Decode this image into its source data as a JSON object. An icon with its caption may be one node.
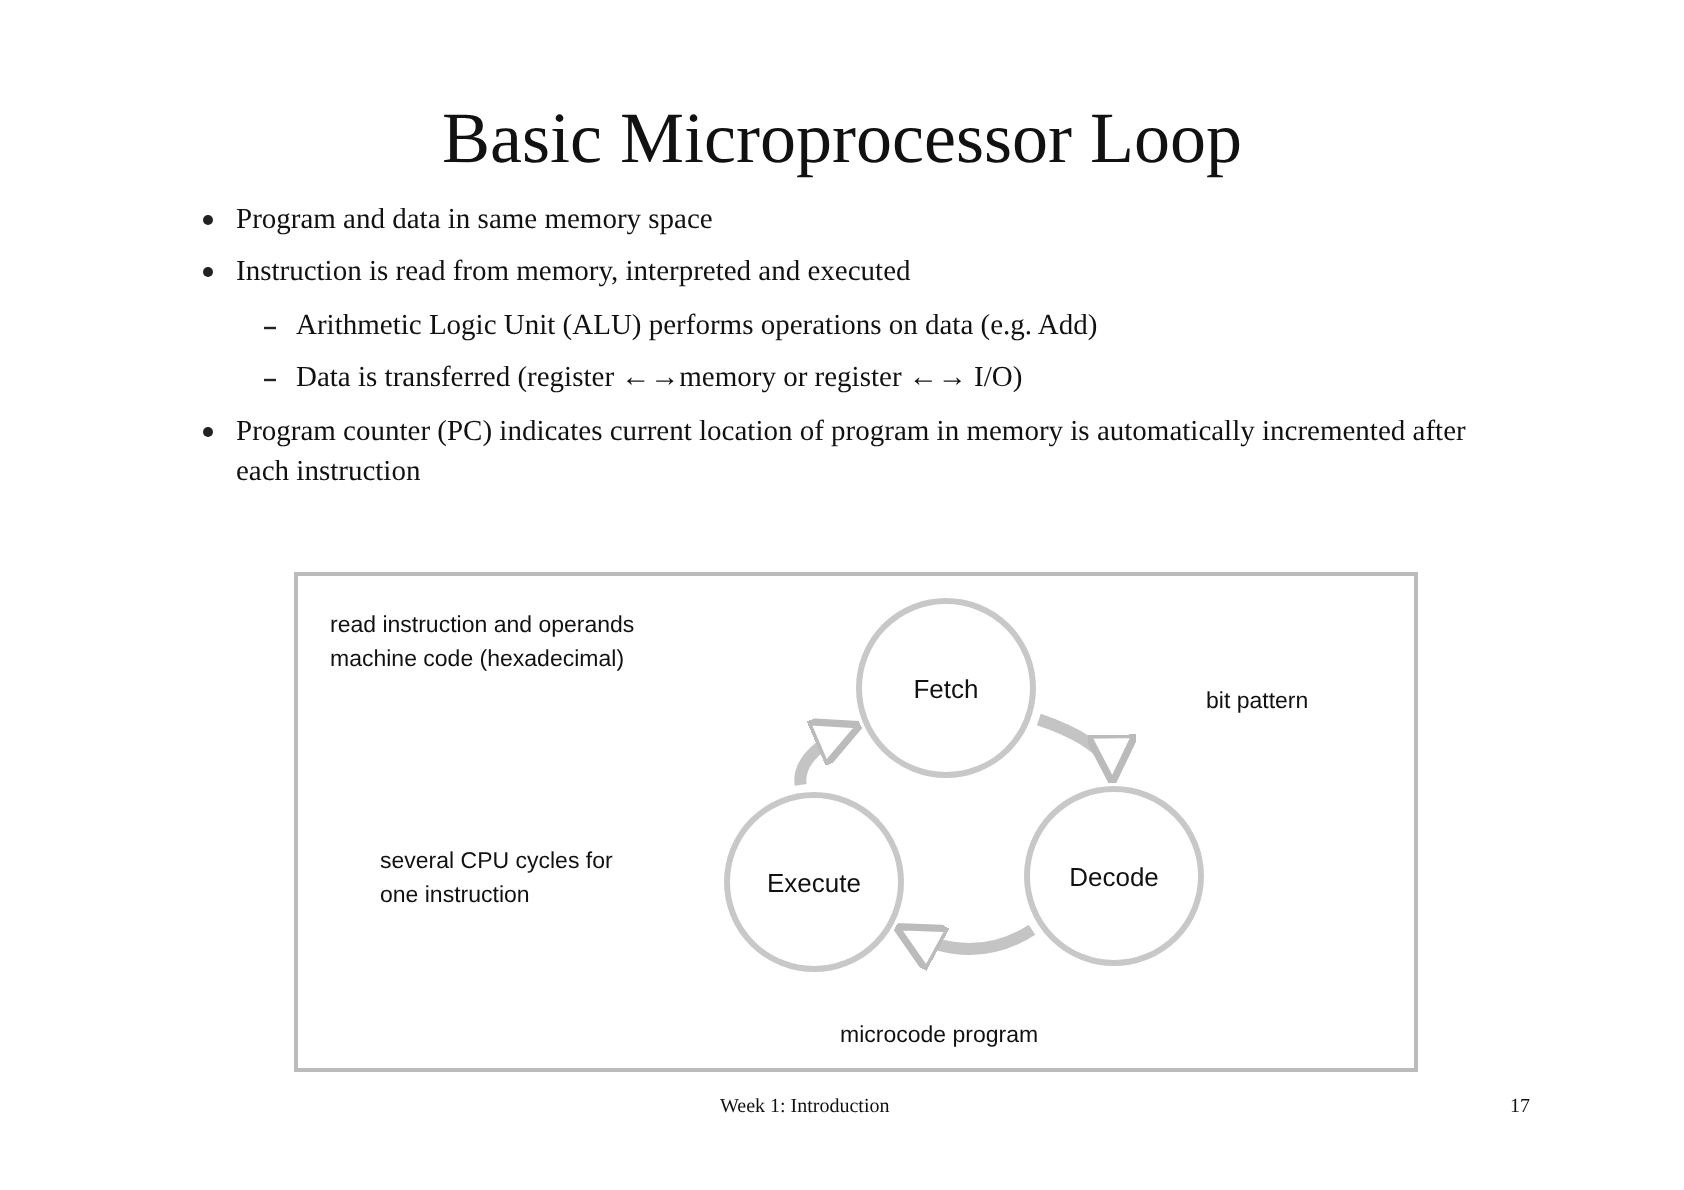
{
  "diagram": {
    "title": "Basic Microprocessor Loop",
    "nodes": [
      {
        "text": [],
        "shape": "box"
      },
      {
        "text": [
          "Fetch"
        ],
        "in": 0
      },
      {
        "text": [
          "Decode"
        ],
        "in": 0
      },
      {
        "text": [
          "Execute"
        ],
        "in": 0
      }
    ],
    "edges": [
      {
        "from": 1,
        "to": 2,
        "arrow": "to"
      },
      {
        "from": 2,
        "to": 3,
        "arrow": "to"
      },
      {
        "from": 3,
        "to": 1,
        "arrow": "to"
      }
    ],
    "labels": [
      "Program and data in same memory space",
      "Instruction is read from memory, interpreted and executed",
      "Arithmetic Logic Unit (ALU) performs operations on data (e.g. Add)",
      "Data is transferred (register ←→memory or register ←→ I/O)",
      "Program counter (PC) indicates current location of program in memory is automatically incremented after each instruction",
      "read instruction and operands machine code (hexadecimal)",
      "bit pattern",
      "several CPU cycles for one instruction",
      "microcode program",
      "Week 1: Introduction",
      "17"
    ]
  }
}
